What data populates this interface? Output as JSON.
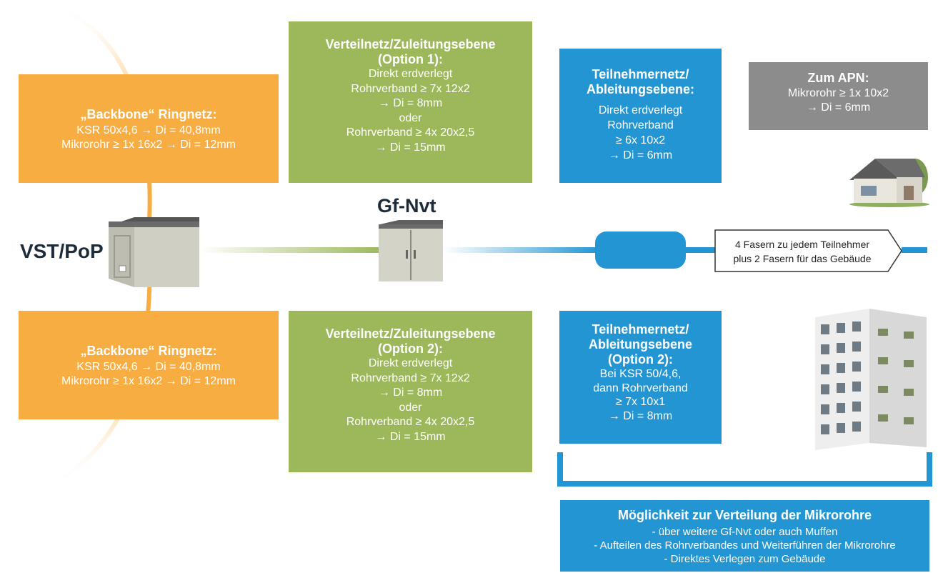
{
  "labels": {
    "vst": "VST/PoP",
    "gfnvt": "Gf-Nvt"
  },
  "backbone_top": {
    "title": "„Backbone“ Ringnetz:",
    "lines": [
      "KSR 50x4,6 → Di = 40,8mm",
      "Mikrorohr ≥ 1x 16x2 → Di = 12mm"
    ]
  },
  "backbone_bottom": {
    "title": "„Backbone“ Ringnetz:",
    "lines": [
      "KSR 50x4,6 → Di = 40,8mm",
      "Mikrorohr ≥ 1x 16x2 → Di = 12mm"
    ]
  },
  "verteil_1": {
    "title": [
      "Verteilnetz/Zuleitungsebene",
      "(Option 1):"
    ],
    "lines": [
      "Direkt erdverlegt",
      "Rohrverband ≥ 7x 12x2",
      "→ Di = 8mm",
      "oder",
      "Rohrverband ≥ 4x 20x2,5",
      "→ Di = 15mm"
    ]
  },
  "verteil_2": {
    "title": [
      "Verteilnetz/Zuleitungsebene",
      "(Option 2):"
    ],
    "lines": [
      "Direkt erdverlegt",
      "Rohrverband ≥ 7x 12x2",
      "→ Di = 8mm",
      "oder",
      "Rohrverband ≥ 4x 20x2,5",
      "→ Di = 15mm"
    ]
  },
  "teilnehmer_1": {
    "title": [
      "Teilnehmernetz/",
      "Ableitungsebene:"
    ],
    "lines": [
      "Direkt erdverlegt",
      "Rohrverband",
      "≥ 6x 10x2",
      "→ Di = 6mm"
    ]
  },
  "teilnehmer_2": {
    "title": [
      "Teilnehmernetz/",
      "Ableitungsebene",
      "(Option 2):"
    ],
    "lines": [
      "Bei KSR 50/4,6,",
      "dann Rohrverband",
      "≥ 7x 10x1",
      "→ Di = 8mm"
    ]
  },
  "apn": {
    "title": "Zum APN:",
    "lines": [
      "Mikrorohr ≥ 1x 10x2",
      "→ Di = 6mm"
    ]
  },
  "callout": {
    "lines": [
      "4 Fasern zu jedem Teilnehmer",
      "plus 2 Fasern für das Gebäude"
    ]
  },
  "moeglichkeit": {
    "title": "Möglichkeit zur Verteilung der Mikrorohre",
    "lines": [
      "- über weitere Gf-Nvt oder auch Muffen",
      "- Aufteilen des Rohrverbandes und Weiterführen der Mikrorohre",
      "- Direktes Verlegen zum Gebäude"
    ]
  },
  "colors": {
    "orange": "#f8ad42",
    "green": "#9cb85a",
    "blue": "#2395d3",
    "grey": "#8c8c8c",
    "dark": "#1e2c3a"
  },
  "icons": [
    "vst-cabinet-icon",
    "gf-nvt-cabinet-icon",
    "muffe-icon",
    "house-icon",
    "building-icon"
  ]
}
